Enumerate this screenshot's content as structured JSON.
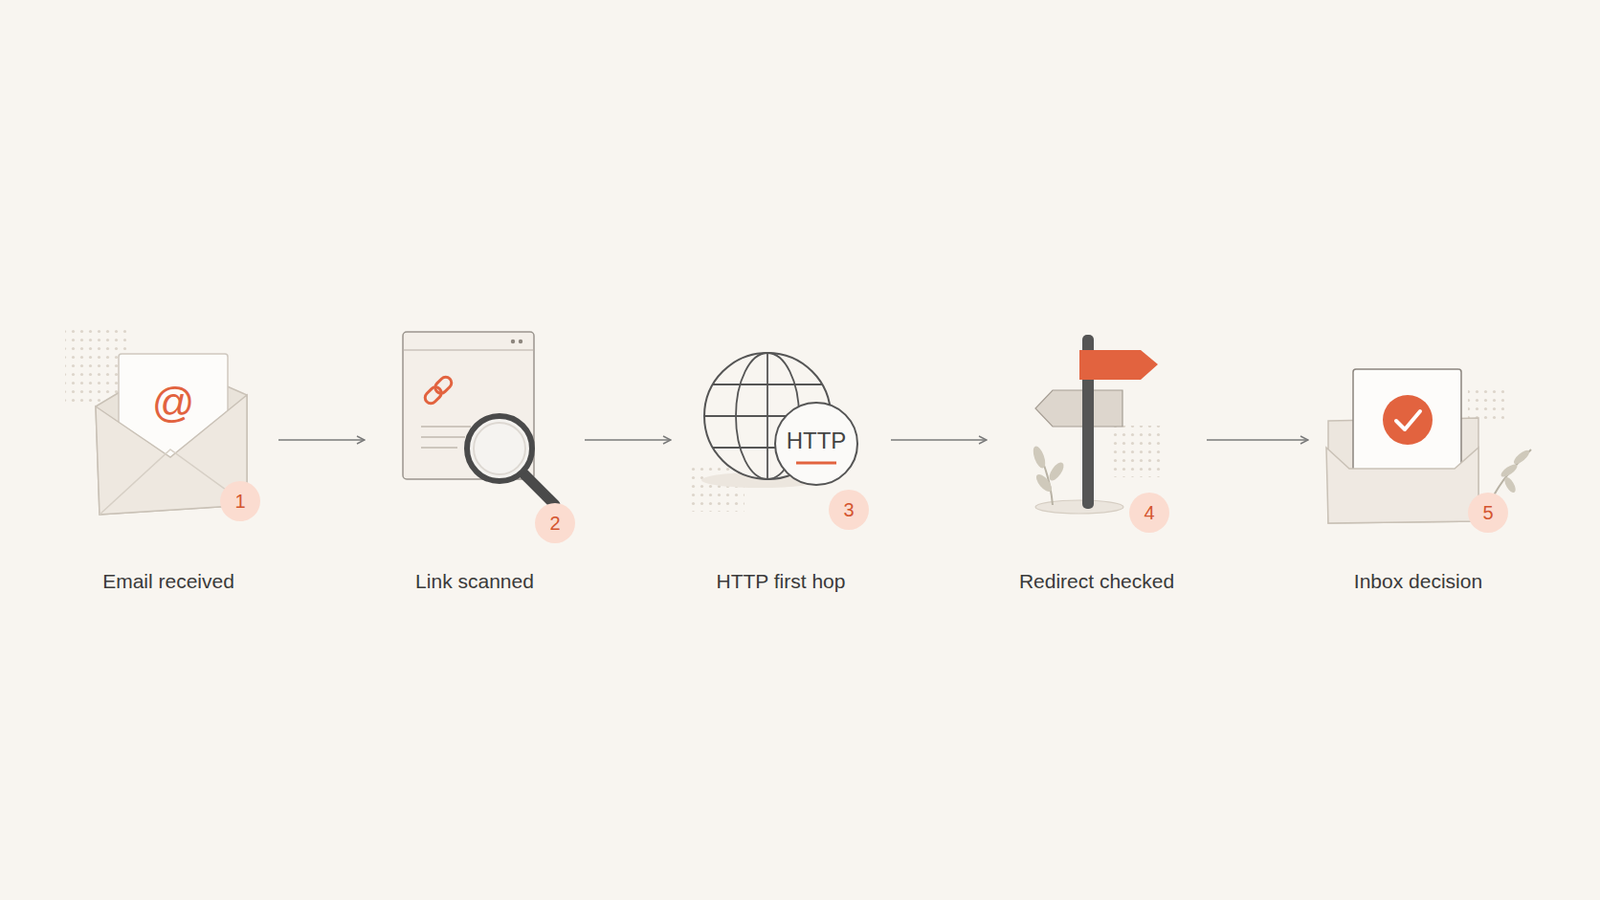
{
  "diagram": {
    "nodes": [
      {
        "text": [
          "Email received"
        ]
      },
      {
        "text": [
          "1"
        ],
        "in": 0
      },
      {
        "text": [
          "Link scanned"
        ]
      },
      {
        "text": [
          "2"
        ],
        "in": 2
      },
      {
        "text": [
          "HTTP first hop"
        ]
      },
      {
        "text": [
          "3"
        ],
        "in": 4
      },
      {
        "text": [
          "Redirect checked"
        ]
      },
      {
        "text": [
          "4"
        ],
        "in": 6
      },
      {
        "text": [
          "Inbox decision"
        ]
      },
      {
        "text": [
          "5"
        ],
        "in": 8
      }
    ],
    "edges": [
      {
        "from": 0,
        "to": 2,
        "arrow": "to"
      },
      {
        "from": 2,
        "to": 4,
        "arrow": "to"
      },
      {
        "from": 4,
        "to": 6,
        "arrow": "to"
      },
      {
        "from": 6,
        "to": 8,
        "arrow": "to"
      }
    ],
    "labels": [
      "@",
      "HTTP"
    ]
  }
}
